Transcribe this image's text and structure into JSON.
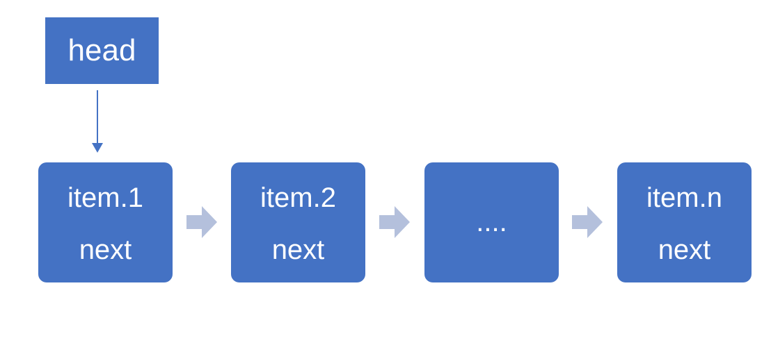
{
  "head": {
    "label": "head"
  },
  "nodes": [
    {
      "item": "item.1",
      "pointer": "next"
    },
    {
      "item": "item.2",
      "pointer": "next"
    },
    {
      "ellipsis": "...."
    },
    {
      "item": "item.n",
      "pointer": "next"
    }
  ],
  "colors": {
    "node_fill": "#4472c4",
    "node_text": "#ffffff",
    "head_arrow": "#4472c4",
    "link_arrow": "#b4c0dc"
  }
}
